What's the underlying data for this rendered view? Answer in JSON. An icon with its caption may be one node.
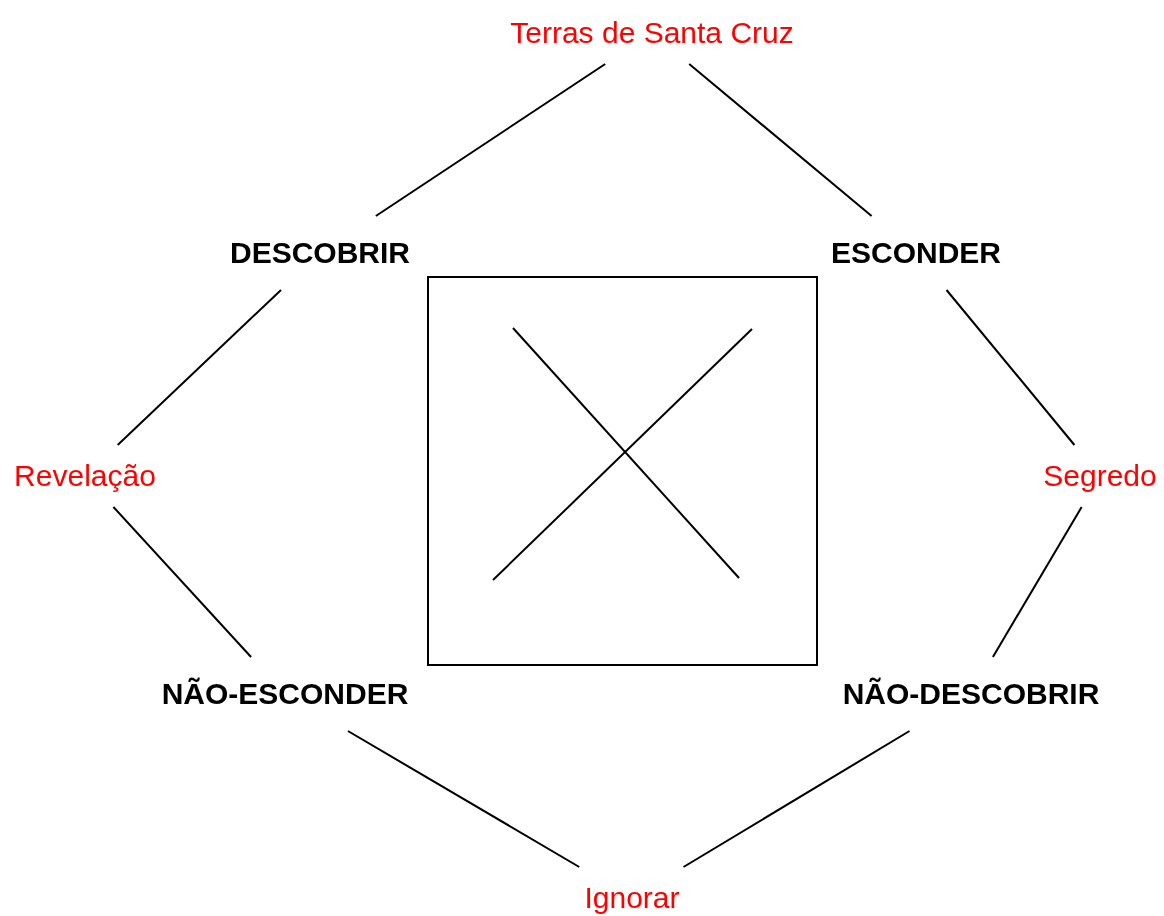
{
  "diagram": {
    "nodes": [
      {
        "text": [
          "Terras de Santa Cruz"
        ]
      },
      {
        "text": [
          "DESCOBRIR"
        ]
      },
      {
        "text": [
          "ESCONDER"
        ]
      },
      {
        "text": [
          "Revelação"
        ]
      },
      {
        "text": [
          "Segredo"
        ]
      },
      {
        "text": [
          "NÃO-ESCONDER"
        ]
      },
      {
        "text": [
          "NÃO-DESCOBRIR"
        ]
      },
      {
        "text": [
          "Ignorar"
        ]
      }
    ],
    "edges": [
      {
        "from": 0,
        "to": 1,
        "arrow": "none"
      },
      {
        "from": 0,
        "to": 2,
        "arrow": "none"
      },
      {
        "from": 1,
        "to": 3,
        "arrow": "none"
      },
      {
        "from": 2,
        "to": 4,
        "arrow": "none"
      },
      {
        "from": 3,
        "to": 5,
        "arrow": "none"
      },
      {
        "from": 4,
        "to": 6,
        "arrow": "none"
      },
      {
        "from": 5,
        "to": 7,
        "arrow": "none"
      },
      {
        "from": 6,
        "to": 7,
        "arrow": "none"
      }
    ]
  }
}
